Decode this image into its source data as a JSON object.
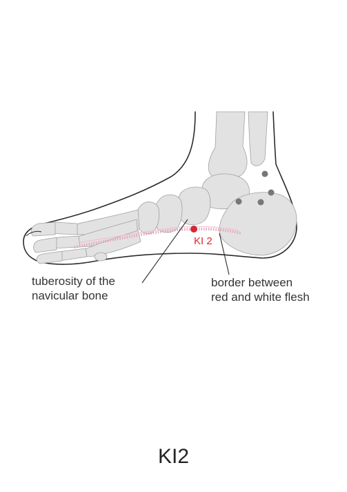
{
  "diagram": {
    "subject": "foot-medial-side-acupoint",
    "point_label": "KI 2",
    "point_color": "#d42a35",
    "callouts": {
      "left": [
        "tuberosity of the",
        "navicular bone"
      ],
      "right": [
        "border between",
        "red and white flesh"
      ]
    }
  },
  "title": "KI2",
  "colors": {
    "bone_fill": "#e2e2e2",
    "outline": "#2a2a2a",
    "border_line": "#e8a6b8",
    "reference_dot": "#777777"
  }
}
